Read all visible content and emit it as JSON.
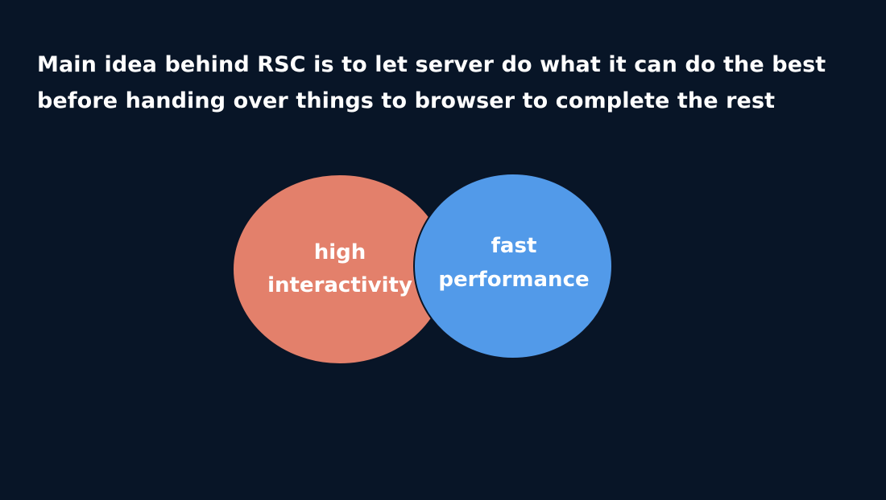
{
  "slide": {
    "headline": "Main idea behind RSC is to let server do what it can do the best before handing over things to browser to complete the rest"
  },
  "diagram": {
    "left_circle": {
      "line1": "high",
      "line2": "interactivity",
      "color": "#e3806b"
    },
    "right_circle": {
      "line1": "fast",
      "line2": "performance",
      "color": "#529ae9"
    },
    "background": "#081527"
  }
}
